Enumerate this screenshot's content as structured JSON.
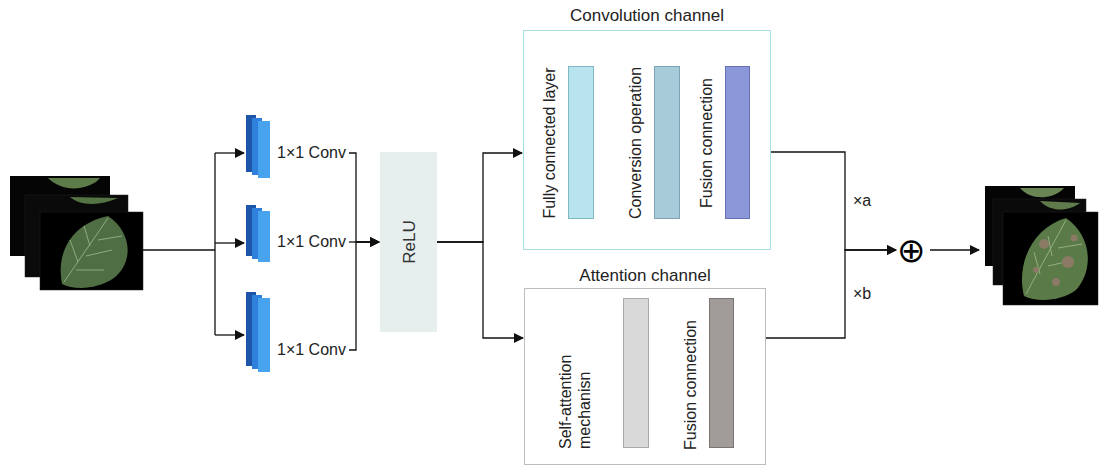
{
  "diagram": {
    "nodes": [
      {
        "text": [
          "1×1 Conv"
        ]
      },
      {
        "text": [
          "1×1 Conv"
        ]
      },
      {
        "text": [
          "1×1 Conv"
        ]
      },
      {
        "text": [
          "ReLU"
        ]
      },
      {
        "text": [
          "Convolution channel"
        ]
      },
      {
        "text": [
          "Fully connected layer"
        ],
        "in": 4
      },
      {
        "text": [
          "Conversion operation"
        ],
        "in": 4
      },
      {
        "text": [
          "Fusion connection"
        ],
        "in": 4
      },
      {
        "text": [
          "Attention channel"
        ]
      },
      {
        "text": [
          "Self-attention mechanisn"
        ],
        "in": 8
      },
      {
        "text": [
          "Fusion connection"
        ],
        "in": 8
      },
      {
        "text": [
          "⊕"
        ]
      }
    ],
    "edges": [
      {
        "from": 0,
        "to": 3,
        "arrow": "to"
      },
      {
        "from": 1,
        "to": 3,
        "arrow": "to"
      },
      {
        "from": 2,
        "to": 3,
        "arrow": "to"
      },
      {
        "from": 3,
        "to": 4,
        "arrow": "to"
      },
      {
        "from": 3,
        "to": 8,
        "arrow": "to"
      },
      {
        "from": 4,
        "to": 11,
        "label": "×a",
        "arrow": "to"
      },
      {
        "from": 8,
        "to": 11,
        "label": "×b",
        "arrow": "to"
      }
    ]
  }
}
